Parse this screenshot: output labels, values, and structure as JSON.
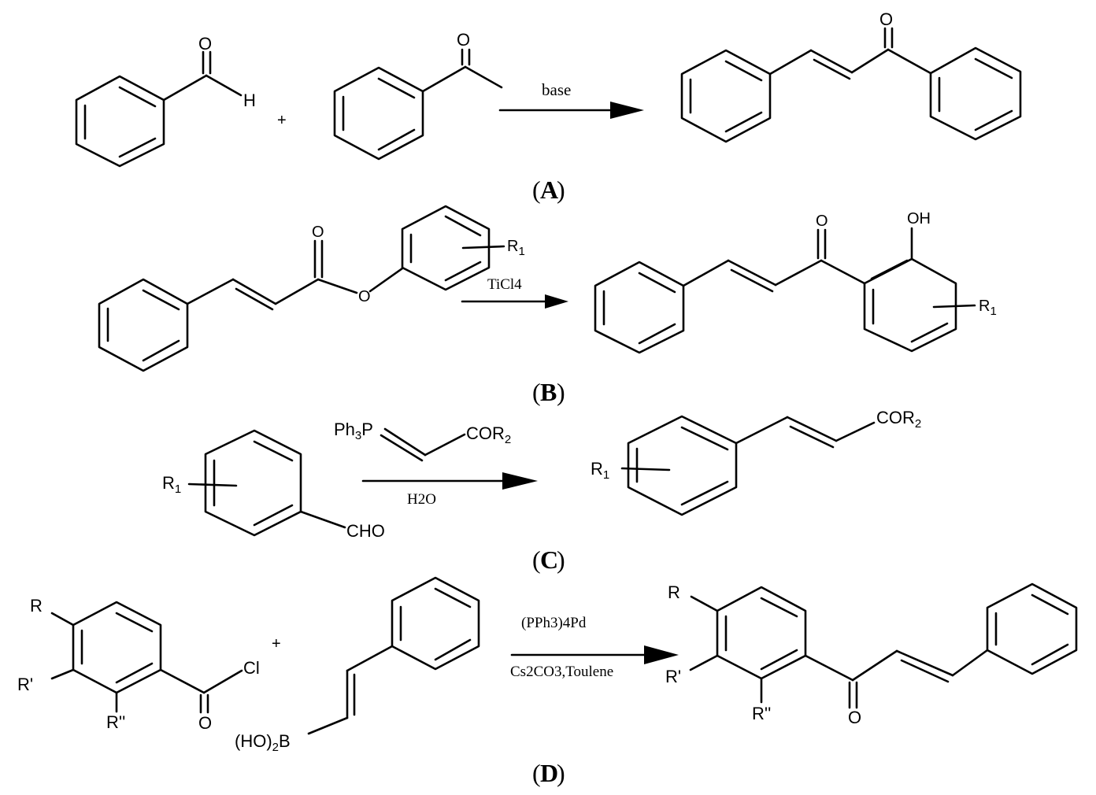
{
  "reactions": [
    {
      "id": "A",
      "label_open": "(",
      "label_letter": "A",
      "label_close": ")",
      "reagent_plus": "+",
      "atoms": {
        "o1": "O",
        "h1": "H",
        "o2": "O",
        "o3": "O"
      },
      "condition_above": "base",
      "condition_below": ""
    },
    {
      "id": "B",
      "label_open": "(",
      "label_letter": "B",
      "label_close": ")",
      "atoms": {
        "o_carbonyl": "O",
        "o_ester": "O",
        "r1_reactant": "R",
        "r1_reactant_sub": "1",
        "o_product": "O",
        "oh_product": "OH",
        "r1_product": "R",
        "r1_product_sub": "1"
      },
      "condition_above": "TiCl4",
      "condition_below": ""
    },
    {
      "id": "C",
      "label_open": "(",
      "label_letter": "C",
      "label_close": ")",
      "atoms": {
        "ylide_ph": "Ph",
        "ylide_ph_sub": "3",
        "ylide_p": "P",
        "ylide_cor": "COR",
        "ylide_cor_sub": "2",
        "r1_reactant": "R",
        "r1_reactant_sub": "1",
        "cho": "CHO",
        "r1_product": "R",
        "r1_product_sub": "1",
        "cor_product": "COR",
        "cor_product_sub": "2"
      },
      "condition_above": "",
      "condition_below": "H2O"
    },
    {
      "id": "D",
      "label_open": "(",
      "label_letter": "D",
      "label_close": ")",
      "reagent_plus": "+",
      "atoms": {
        "r": "R",
        "r_prime": "R'",
        "r_dprime": "R''",
        "cl": "Cl",
        "o_acyl": "O",
        "boronic": "(HO)",
        "boronic_sub": "2",
        "boron": "B",
        "r_product": "R",
        "r_prime_product": "R'",
        "r_dprime_product": "R''",
        "o_product": "O"
      },
      "condition_above": "(PPh3)4Pd",
      "condition_below": "Cs2CO3,Toulene"
    }
  ]
}
